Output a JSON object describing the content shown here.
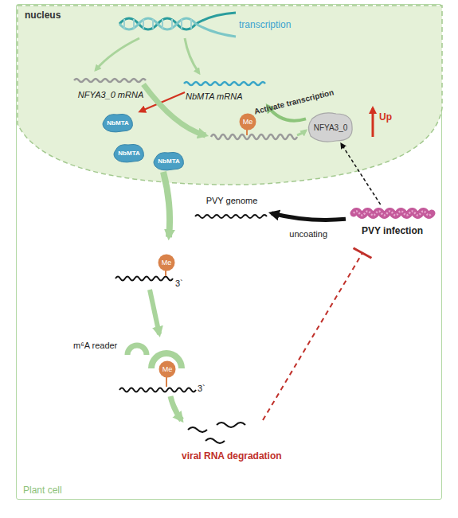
{
  "diagram": {
    "nodes": [
      {
        "text": [
          "Plant cell"
        ]
      },
      {
        "text": [
          "nucleus"
        ],
        "in": 0
      },
      {
        "text": [
          "NFYA3_0 mRNA"
        ],
        "in": 1
      },
      {
        "text": [
          "NbMTA mRNA"
        ],
        "in": 1
      },
      {
        "text": [
          "NbMTA"
        ],
        "in": 1
      },
      {
        "text": [
          "NbMTA"
        ],
        "in": 1
      },
      {
        "text": [
          "NbMTA"
        ],
        "in": 1
      },
      {
        "text": [
          "Me"
        ],
        "in": 1
      },
      {
        "text": [
          "NFYA3_0"
        ],
        "in": 1
      },
      {
        "text": [
          "PVY genome"
        ],
        "in": 0
      },
      {
        "text": [
          "PVY infection"
        ],
        "in": 0
      },
      {
        "text": [
          "Me"
        ],
        "in": 0
      },
      {
        "text": [
          "Me"
        ],
        "in": 0
      }
    ],
    "edges": [
      {
        "from": 8,
        "to": 3,
        "label": "Activate transcription",
        "arrow": "to"
      },
      {
        "from": 10,
        "to": 9,
        "label": "uncoating",
        "arrow": "to"
      },
      {
        "from": 10,
        "to": 8,
        "arrow": "to"
      }
    ],
    "labels": [
      "transcription",
      "3`",
      "m⁶A reader",
      "3`",
      "Up",
      "viral RNA degradation"
    ]
  }
}
